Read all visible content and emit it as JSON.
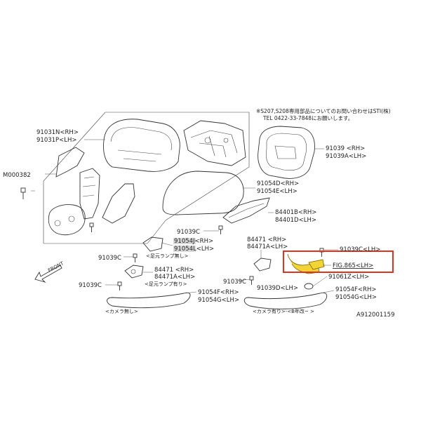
{
  "note": {
    "line1": "※S207,S208専用部品についてのお問い合わせはSTI(株)",
    "line2": "TEL 0422-33-7848にお願いします。"
  },
  "labels": {
    "p91031n": "91031N<RH>",
    "p91031p": "91031P<LH>",
    "m000382": "M000382",
    "p91039": "91039  <RH>",
    "p91039a": "91039A<LH>",
    "p91054d": "91054D<RH>",
    "p91054e": "91054E<LH>",
    "p84401b": "84401B<RH>",
    "p84401d": "84401D<LH>",
    "p91039c_1": "91039C",
    "p91054j": "91054J<RH>",
    "p91054l": "91054L<LH>",
    "p91039c_2": "91039C",
    "ashimoto_nashi": "<足元ランプ無し>",
    "p84471_l": "84471  <RH>",
    "p84471a_l": "84471A<LH>",
    "ashimoto_ari": "<足元ランプ有り>",
    "p91039c_3": "91039C",
    "p91054f_l": "91054F<RH>",
    "p91054g_l": "91054G<LH>",
    "camera_nashi": "<カメラ無し>",
    "p84471_r": "84471  <RH>",
    "p84471a_r": "84471A<LH>",
    "p91039c_4": "91039C",
    "p91039d": "91039D<LH>",
    "p91054f_r": "91054F<RH>",
    "p91054g_r": "91054G<LH>",
    "camera_ari": "<カメラ有り>-<B年改~ >",
    "p91039c_5": "91039C<LH>",
    "fig865": "FIG.865<LH>",
    "p91061z": "91061Z<LH>",
    "front": "FRONT",
    "diagram_id": "A912001159"
  },
  "colors": {
    "highlight_box": "#e2321c",
    "harness": "#e8c300",
    "line": "#333333"
  }
}
